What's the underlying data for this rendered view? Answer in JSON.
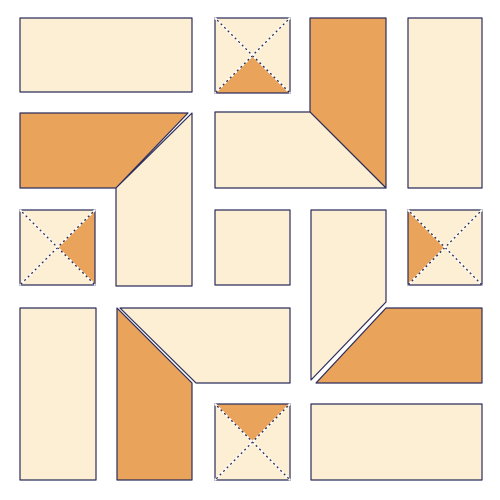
{
  "palette": {
    "cream": "#fdefd3",
    "orange": "#e9a35a",
    "outline": "#2b2d5c",
    "background": "#ffffff"
  },
  "tiles": [
    {
      "kind": "rect",
      "color": "cream",
      "icon": "horizontal-bar"
    },
    {
      "kind": "x-square",
      "highlight": "bottom",
      "icon": "cross-square"
    },
    {
      "kind": "L-tile",
      "shape": "corner-top-right",
      "icon": "corner-piece"
    },
    {
      "kind": "rect",
      "color": "cream",
      "icon": "vertical-bar"
    },
    {
      "kind": "L-tile",
      "shape": "corner-top-left",
      "icon": "corner-piece"
    },
    {
      "kind": "L-tile",
      "shape": "corner-bottom-right",
      "icon": "corner-piece"
    },
    {
      "kind": "x-square",
      "highlight": "right",
      "icon": "cross-square"
    },
    {
      "kind": "rect",
      "color": "cream",
      "icon": "small-square"
    },
    {
      "kind": "x-square",
      "highlight": "left",
      "icon": "cross-square"
    },
    {
      "kind": "rect",
      "color": "cream",
      "icon": "vertical-bar"
    },
    {
      "kind": "L-tile",
      "shape": "corner-bottom-left",
      "icon": "corner-piece"
    },
    {
      "kind": "L-tile",
      "shape": "corner-right-bottom",
      "icon": "corner-piece"
    },
    {
      "kind": "x-square",
      "highlight": "top",
      "icon": "cross-square"
    },
    {
      "kind": "rect",
      "color": "cream",
      "icon": "horizontal-bar"
    }
  ]
}
